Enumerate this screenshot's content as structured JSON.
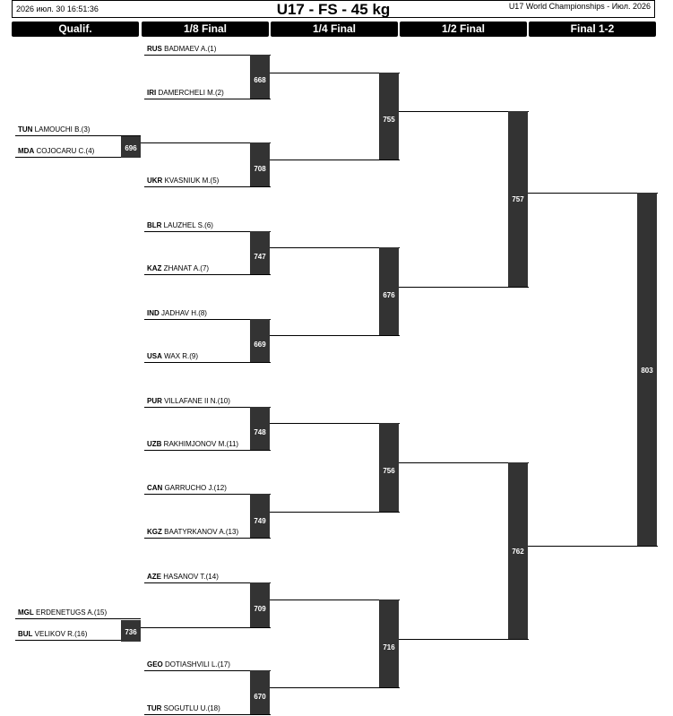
{
  "header": {
    "datetime": "2026 июл. 30 16:51:36",
    "title": "U17 - FS - 45 kg",
    "event": "U17 World Championships - Июл. 2026"
  },
  "rounds": [
    "Qualif.",
    "1/8 Final",
    "1/4 Final",
    "1/2 Final",
    "Final 1-2"
  ],
  "wrestlers": [
    {
      "country": "RUS",
      "name": "BADMAEV A.(1)"
    },
    {
      "country": "IRI",
      "name": "DAMERCHELI M.(2)"
    },
    {
      "country": "TUN",
      "name": "LAMOUCHI B.(3)"
    },
    {
      "country": "MDA",
      "name": "COJOCARU C.(4)"
    },
    {
      "country": "UKR",
      "name": "KVASNIUK M.(5)"
    },
    {
      "country": "BLR",
      "name": "LAUZHEL S.(6)"
    },
    {
      "country": "KAZ",
      "name": "ZHANAT A.(7)"
    },
    {
      "country": "IND",
      "name": "JADHAV H.(8)"
    },
    {
      "country": "USA",
      "name": "WAX R.(9)"
    },
    {
      "country": "PUR",
      "name": "VILLAFANE II N.(10)"
    },
    {
      "country": "UZB",
      "name": "RAKHIMJONOV M.(11)"
    },
    {
      "country": "CAN",
      "name": "GARRUCHO J.(12)"
    },
    {
      "country": "KGZ",
      "name": "BAATYRKANOV A.(13)"
    },
    {
      "country": "AZE",
      "name": "HASANOV T.(14)"
    },
    {
      "country": "MGL",
      "name": "ERDENETUGS A.(15)"
    },
    {
      "country": "BUL",
      "name": "VELIKOV R.(16)"
    },
    {
      "country": "GEO",
      "name": "DOTIASHVILI L.(17)"
    },
    {
      "country": "TUR",
      "name": "SOGUTLU U.(18)"
    }
  ],
  "matches": {
    "qualif": [
      "696",
      "736"
    ],
    "eighth": [
      "668",
      "708",
      "747",
      "669",
      "748",
      "749",
      "709",
      "670"
    ],
    "quarter": [
      "755",
      "676",
      "756",
      "716"
    ],
    "semi": [
      "757",
      "762"
    ],
    "final": [
      "803"
    ]
  },
  "colors": {
    "header_bg": "#000000",
    "match_box": "#333333",
    "line": "#000000"
  }
}
